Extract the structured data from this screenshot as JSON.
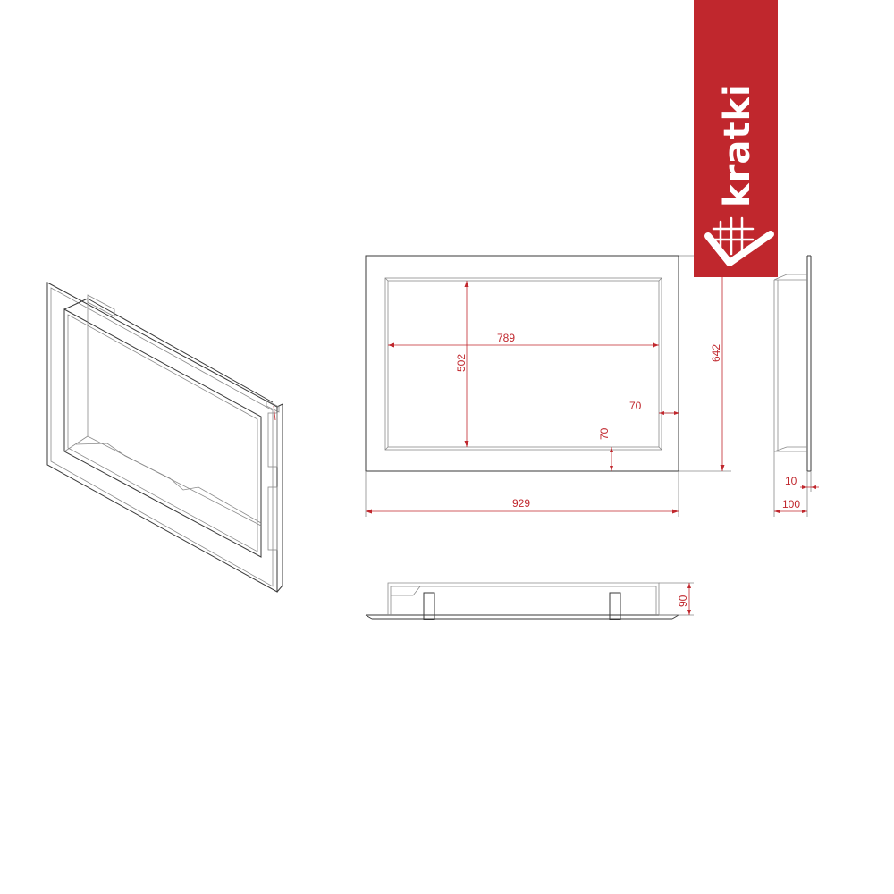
{
  "brand": {
    "name": "kratki",
    "color": "#c0272d",
    "icon": "grid-check-logo-icon"
  },
  "dimensions": {
    "total_width": "929",
    "total_height": "642",
    "opening_width": "789",
    "opening_height": "502",
    "side_margin": "70",
    "bottom_margin": "70",
    "frame_thickness": "10",
    "depth_side": "100",
    "depth_bottom": "90"
  },
  "colors": {
    "line": "#3a3a3a",
    "dimension": "#c0272d",
    "background": "#ffffff"
  }
}
